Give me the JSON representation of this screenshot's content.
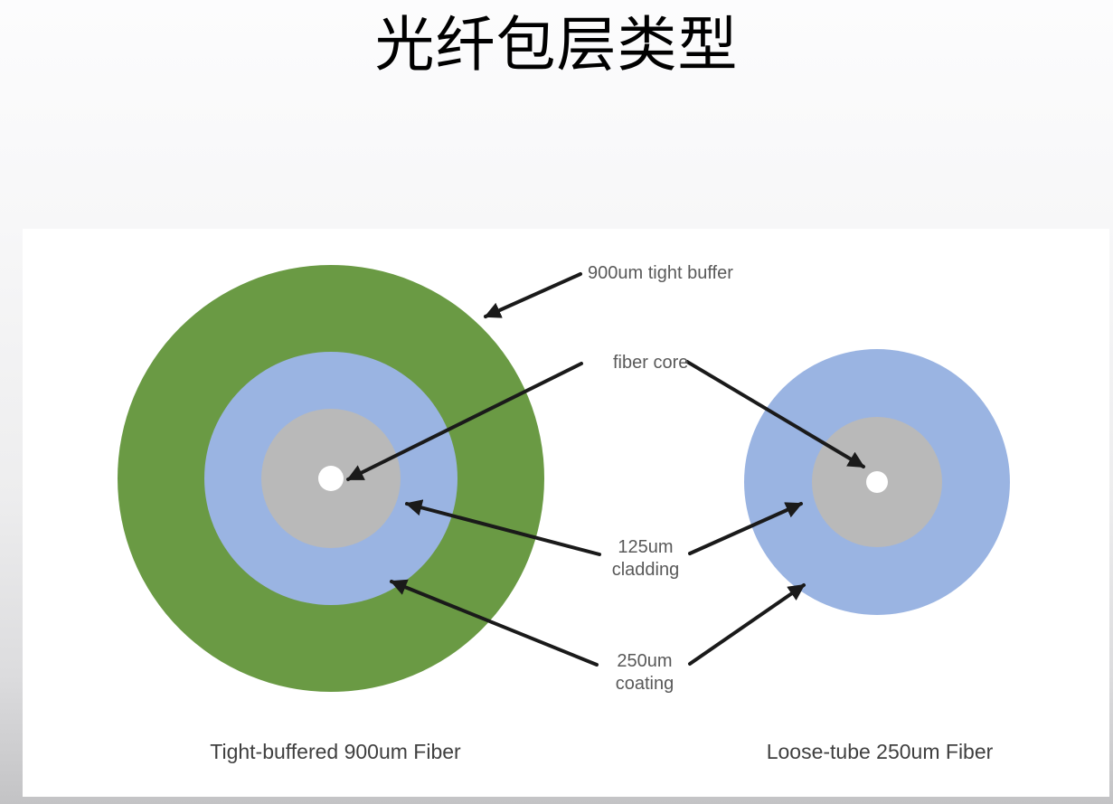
{
  "title": "光纤包层类型",
  "colors": {
    "buffer_green": "#6a9a44",
    "coating_blue": "#9ab4e2",
    "cladding_gray": "#b9b9b9",
    "core_white": "#ffffff",
    "arrow_black": "#1a1a1a",
    "label_text": "#595959",
    "caption_text": "#3f3f3f",
    "panel_background": "#ffffff"
  },
  "diagram": {
    "labels": {
      "tight_buffer": "900um tight buffer",
      "fiber_core": "fiber core",
      "cladding": {
        "line1": "125um",
        "line2": "cladding"
      },
      "coating": {
        "line1": "250um",
        "line2": "coating"
      }
    },
    "captions": {
      "left": "Tight-buffered 900um Fiber",
      "right": "Loose-tube 250um Fiber"
    }
  }
}
